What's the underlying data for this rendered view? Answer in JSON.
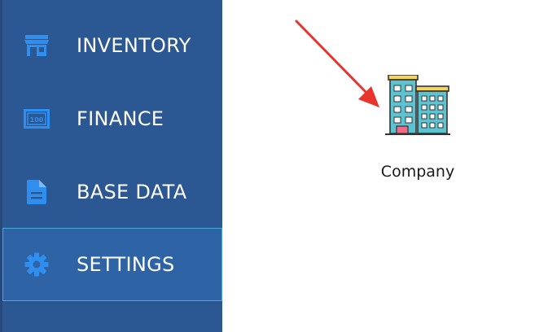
{
  "sidebar": {
    "items": [
      {
        "label": "INVENTORY",
        "icon": "store-icon"
      },
      {
        "label": "FINANCE",
        "icon": "banknote-icon"
      },
      {
        "label": "BASE DATA",
        "icon": "document-icon"
      },
      {
        "label": "SETTINGS",
        "icon": "gear-icon",
        "active": true
      }
    ]
  },
  "main": {
    "tiles": [
      {
        "label": "Company",
        "icon": "company-building-icon"
      }
    ]
  },
  "colors": {
    "sidebar_bg": "#2b5793",
    "active_bg": "#2e64a6",
    "icon_blue": "#2f8ff0",
    "arrow_red": "#e8342c"
  }
}
